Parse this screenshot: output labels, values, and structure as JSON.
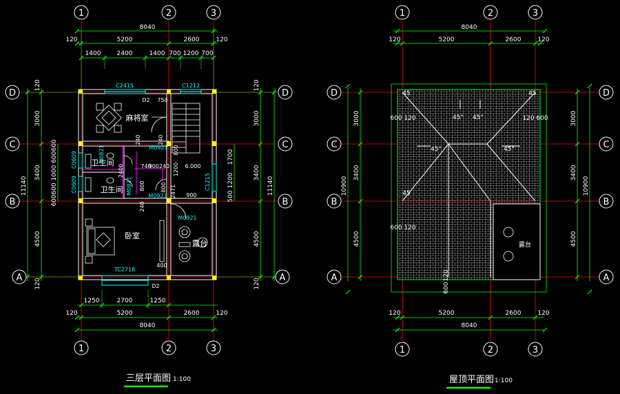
{
  "colors": {
    "background": "#000000",
    "dimension": "#00ff00",
    "axis_circle": "#ffffff",
    "axis_line": "#ff0000",
    "wall": "#ffffff",
    "opening": "#00ffff",
    "partition": "#ff00ff",
    "furniture": "#ffffff",
    "room_text": "#ffffff",
    "column": "#ffff00",
    "underline": "#00ff00"
  },
  "left_plan": {
    "title": "三层平面图",
    "scale": "1:100",
    "top_axes": [
      "1",
      "2",
      "3"
    ],
    "side_axes": [
      "D",
      "C",
      "B",
      "A"
    ],
    "top_dims": {
      "total": "8040",
      "edge_left": "120",
      "edge_right": "120",
      "span_a": "5200",
      "span_b": "2600",
      "detail": [
        "1400",
        "2400",
        "1400",
        "700",
        "1200",
        "700"
      ]
    },
    "bottom_dims": {
      "total": "8040",
      "edge_left": "120",
      "edge_right": "120",
      "span_a": "5200",
      "span_b": "2600",
      "detail": [
        "1250",
        "2700",
        "1250"
      ]
    },
    "side_dims": {
      "left_total": "11140",
      "right_total": "11140",
      "top_edge": "120",
      "bottom_edge": "120",
      "dc": "3000",
      "cb": "3400",
      "ba": "4500",
      "left_detail": "600600 1000 600600",
      "right_detail": [
        "1700",
        "1200",
        "500"
      ]
    },
    "rooms": {
      "mahjong": "麻将室",
      "wc1": "卫生间",
      "wc2": "卫生间",
      "bedroom": "卧室",
      "terrace": "露台"
    },
    "labels": {
      "c2415": "C2415",
      "c1212": "C1212",
      "d2_top": "D2",
      "d750": "750",
      "m0921_a": "M0921",
      "m0921_b": "M0921",
      "m0921_c": "M0921",
      "m0821": "M0821",
      "m0821b": "M0821",
      "c0609a": "C0609",
      "c0609b": "C0609",
      "c1215": "C1215",
      "tc2718": "TC2718",
      "d2_bottom": "D2",
      "elev": "6.000",
      "d240a": "240",
      "d240b": "240",
      "d240c": "240",
      "d740": "740",
      "d900240": "900240",
      "d1200": "1200",
      "d2400": "2400",
      "d800a": "800",
      "d800b": "800",
      "d800c": "800",
      "d2471": "2471",
      "d900": "900",
      "d400": "400"
    }
  },
  "right_plan": {
    "title": "屋顶平面图",
    "scale": "1:100",
    "top_axes": [
      "1",
      "2",
      "3"
    ],
    "side_axes": [
      "D",
      "C",
      "B",
      "A"
    ],
    "top_dims": {
      "total": "8040",
      "edge_left": "120",
      "edge_right": "120",
      "span_a": "5200",
      "span_b": "2600"
    },
    "bottom_dims": {
      "total": "8040",
      "edge_left": "120",
      "edge_right": "120",
      "span_a": "5200",
      "span_b": "2600"
    },
    "side_dims": {
      "left_total": "10900",
      "right_total": "10900",
      "dc": "3000",
      "cb": "3400",
      "ba": "4500"
    },
    "labels": {
      "slope1": "45°",
      "slope2": "45°",
      "slope3": "45°",
      "slope4": "45°",
      "corner1": "45",
      "corner2": "45",
      "corner3": "45",
      "ov_l": "600 120",
      "ov_r": "120 600",
      "ov_l2": "600 120",
      "ov_b": "600",
      "ov_b2": "120",
      "terrace": "露台"
    }
  }
}
